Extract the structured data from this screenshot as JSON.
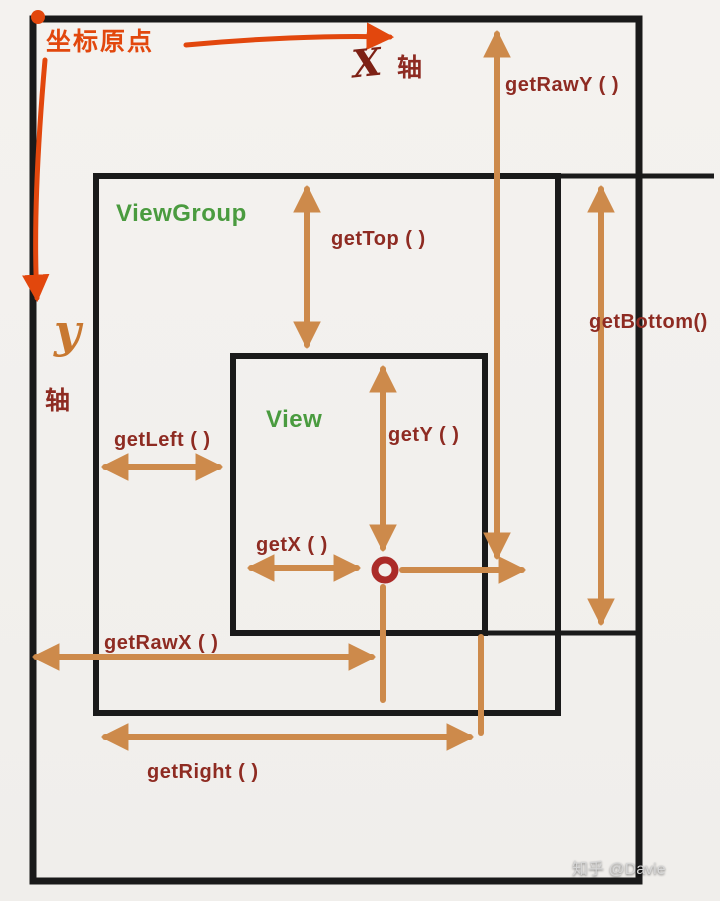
{
  "annotations": {
    "origin": "坐标原点",
    "x_axis_symbol": "X",
    "x_axis_unit": "轴",
    "y_axis_symbol": "y",
    "y_axis_unit": "轴"
  },
  "containers": {
    "viewgroup_label": "ViewGroup",
    "view_label": "View"
  },
  "methods": {
    "get_raw_y": "getRawY ( )",
    "get_top": "getTop ( )",
    "get_bottom": "getBottom()",
    "get_y": "getY ( )",
    "get_left": "getLeft ( )",
    "get_x": "getX ( )",
    "get_raw_x": "getRawX ( )",
    "get_right": "getRight ( )"
  },
  "watermark": "知乎 @Davie",
  "colors": {
    "arrow": "#cd8a4b",
    "axis_annotation": "#e2470d",
    "method_label": "#8e2b22",
    "container_label": "#4a9b3f",
    "outline": "#1a1a1a",
    "x_symbol": "#7d2115",
    "y_symbol": "#c87830",
    "watermark": "#d6d6d6"
  }
}
